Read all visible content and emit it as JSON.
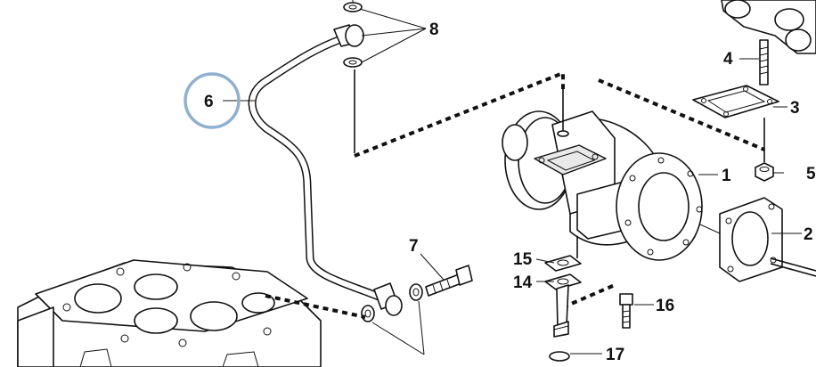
{
  "callouts": [
    {
      "id": "c1",
      "label": "1"
    },
    {
      "id": "c2",
      "label": "2"
    },
    {
      "id": "c3",
      "label": "3"
    },
    {
      "id": "c4",
      "label": "4"
    },
    {
      "id": "c5",
      "label": "5"
    },
    {
      "id": "c6",
      "label": "6"
    },
    {
      "id": "c7",
      "label": "7"
    },
    {
      "id": "c8",
      "label": "8"
    },
    {
      "id": "c14",
      "label": "14"
    },
    {
      "id": "c15",
      "label": "15"
    },
    {
      "id": "c16",
      "label": "16"
    },
    {
      "id": "c17",
      "label": "17"
    }
  ],
  "highlight": {
    "label": "6",
    "color": "#8fb0d0"
  },
  "colors": {
    "line": "#111111",
    "highlight_ring": "#8fb0d0",
    "background": "#ffffff"
  }
}
